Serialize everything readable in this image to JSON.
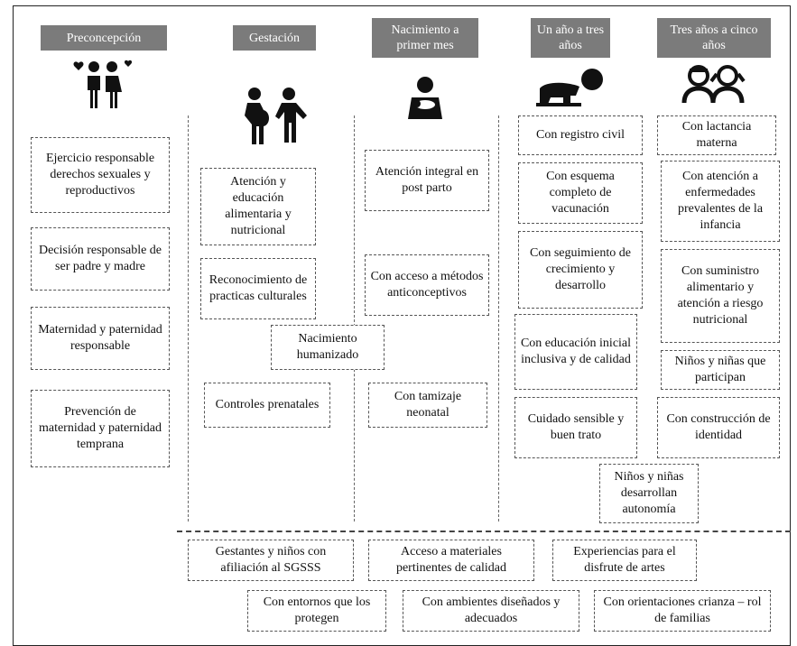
{
  "stages": [
    {
      "id": "preconcepcion",
      "label": "Preconcepción",
      "icon": "couple-in-love-icon"
    },
    {
      "id": "gestacion",
      "label": "Gestación",
      "icon": "pregnant-couple-icon"
    },
    {
      "id": "nacimiento",
      "label": "Nacimiento a primer mes",
      "icon": "mother-with-baby-icon"
    },
    {
      "id": "uno-tres",
      "label": "Un año a tres años",
      "icon": "crawling-baby-icon"
    },
    {
      "id": "tres-cinco",
      "label": "Tres años a cinco años",
      "icon": "two-children-icon"
    }
  ],
  "nodes": {
    "pre_1": "Ejercicio responsable derechos sexuales y reproductivos",
    "pre_2": "Decisión responsable de ser padre y madre",
    "pre_3": "Maternidad y paternidad responsable",
    "pre_4": "Prevención de maternidad y paternidad temprana",
    "ges_1": "Atención y educación alimentaria y nutricional",
    "ges_2": "Reconocimiento de practicas culturales",
    "ges_3": "Controles prenatales",
    "shared_1": "Nacimiento humanizado",
    "nac_1": "Atención integral en post parto",
    "nac_2": "Con acceso a métodos anticonceptivos",
    "nac_3": "Con tamizaje neonatal",
    "uno_1": "Con registro civil",
    "uno_2": "Con esquema completo de vacunación",
    "uno_3": "Con seguimiento de crecimiento y desarrollo",
    "uno_4": "Con educación inicial inclusiva y de calidad",
    "uno_5": "Cuidado sensible y buen trato",
    "tres_1": "Con lactancia materna",
    "tres_2": "Con atención a enfermedades prevalentes de la infancia",
    "tres_3": "Con suministro alimentario y atención a riesgo nutricional",
    "tres_4": "Niños y niñas que participan",
    "tres_5": "Con construcción de identidad",
    "shared_2": "Niños y niñas desarrollan autonomía",
    "bot_1": "Gestantes y niños con afiliación al SGSSS",
    "bot_2": "Acceso a materiales pertinentes de calidad",
    "bot_3": "Experiencias para el disfrute de artes",
    "bot_4": "Con entornos que los protegen",
    "bot_5": "Con ambientes diseñados y adecuados",
    "bot_6": "Con orientaciones crianza – rol de familias"
  },
  "colors": {
    "header_bg": "#7b7b7b",
    "header_text": "#ffffff",
    "border": "#555555",
    "icon": "#111111"
  }
}
